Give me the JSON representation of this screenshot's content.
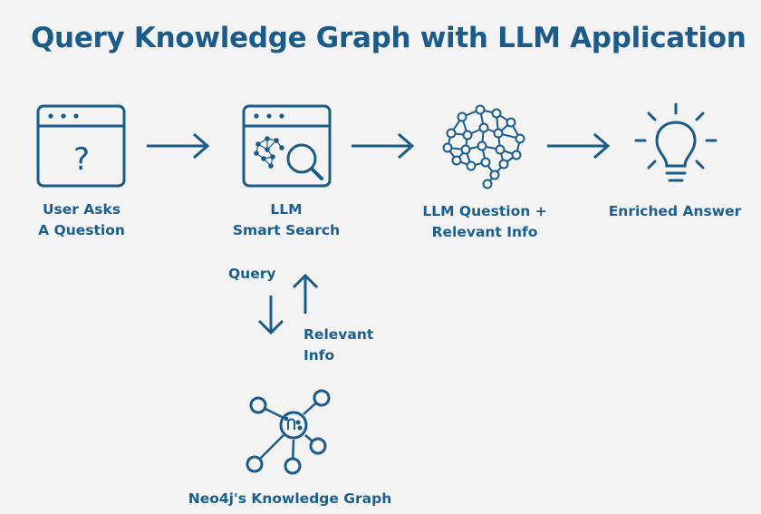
{
  "title": "Query Knowledge Graph with LLM Application",
  "colors": {
    "primary": "#1b5b8a",
    "background": "#f3f3f3"
  },
  "steps": [
    {
      "icon": "browser-question-icon",
      "lines": [
        "User Asks",
        "A Question"
      ]
    },
    {
      "icon": "browser-brain-search-icon",
      "lines": [
        "LLM",
        "Smart Search"
      ]
    },
    {
      "icon": "neural-brain-icon",
      "lines": [
        "LLM Question +",
        "Relevant Info"
      ]
    },
    {
      "icon": "lightbulb-icon",
      "lines": [
        "Enriched Answer"
      ]
    }
  ],
  "query_label": "Query",
  "relevant_info_lines": [
    "Relevant",
    "Info"
  ],
  "graph": {
    "icon": "knowledge-graph-icon",
    "label": "Neo4j's Knowledge Graph"
  },
  "question_mark": "?"
}
